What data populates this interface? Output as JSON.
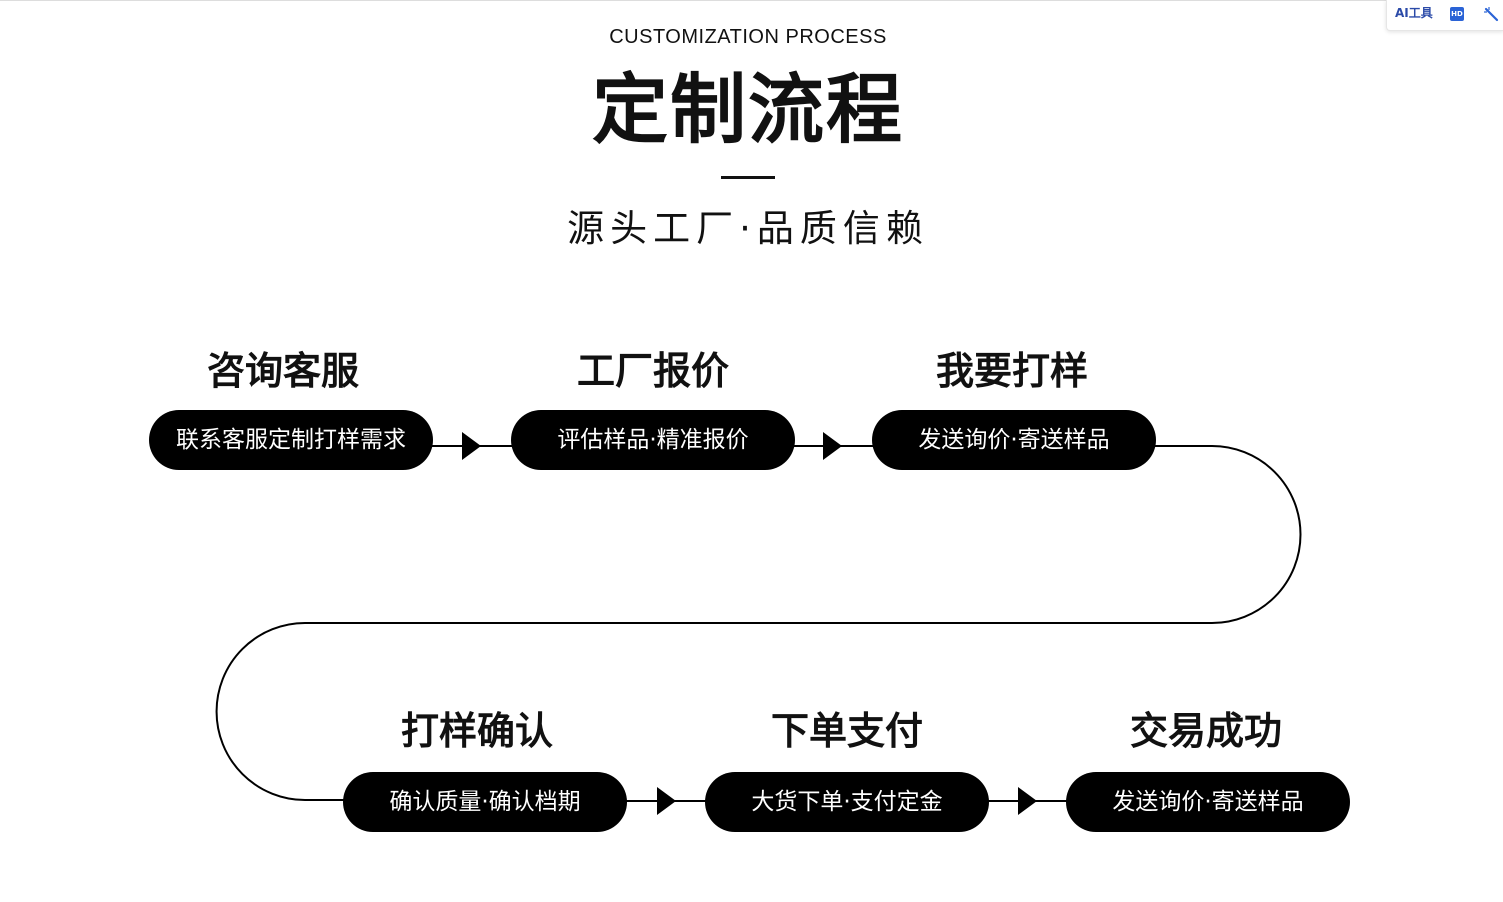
{
  "header": {
    "subtitle_en": "CUSTOMIZATION PROCESS",
    "title_cn": "定制流程",
    "tagline": "源头工厂·品质信赖"
  },
  "steps": [
    {
      "title": "咨询客服",
      "desc": "联系客服定制打样需求"
    },
    {
      "title": "工厂报价",
      "desc": "评估样品·精准报价"
    },
    {
      "title": "我要打样",
      "desc": "发送询价·寄送样品"
    },
    {
      "title": "打样确认",
      "desc": "确认质量·确认档期"
    },
    {
      "title": "下单支付",
      "desc": "大货下单·支付定金"
    },
    {
      "title": "交易成功",
      "desc": "发送询价·寄送样品"
    }
  ],
  "toolbar": {
    "ai_label": "AI工具",
    "hd_label": "HD",
    "icons": [
      "hd-icon",
      "magic-wand-icon"
    ]
  },
  "colors": {
    "pill_background": "#000000",
    "pill_text": "#ffffff",
    "text": "#111111",
    "toolbar_accent": "#2a63d6"
  }
}
